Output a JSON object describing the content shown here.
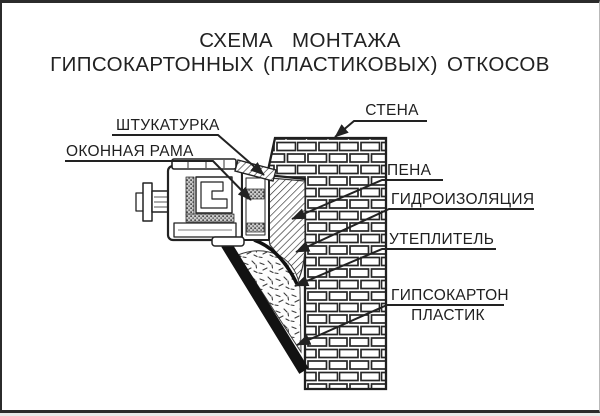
{
  "title": {
    "line1": "СХЕМА МОНТАЖА",
    "line2": "ГИПСОКАРТОННЫХ (ПЛАСТИКОВЫХ) ОТКОСОВ"
  },
  "labels": {
    "plaster": "ШТУКАТУРКА",
    "window_frame": "ОКОННАЯ РАМА",
    "wall": "СТЕНА",
    "foam": "ПЕНА",
    "waterproofing": "ГИДРОИЗОЛЯЦИЯ",
    "insulation": "УТЕПЛИТЕЛЬ",
    "drywall": "ГИПСОКАРТОН",
    "plastic": "ПЛАСТИК"
  },
  "colors": {
    "ink": "#1f1f1f",
    "paper": "#ffffff",
    "panel": "#121212"
  }
}
